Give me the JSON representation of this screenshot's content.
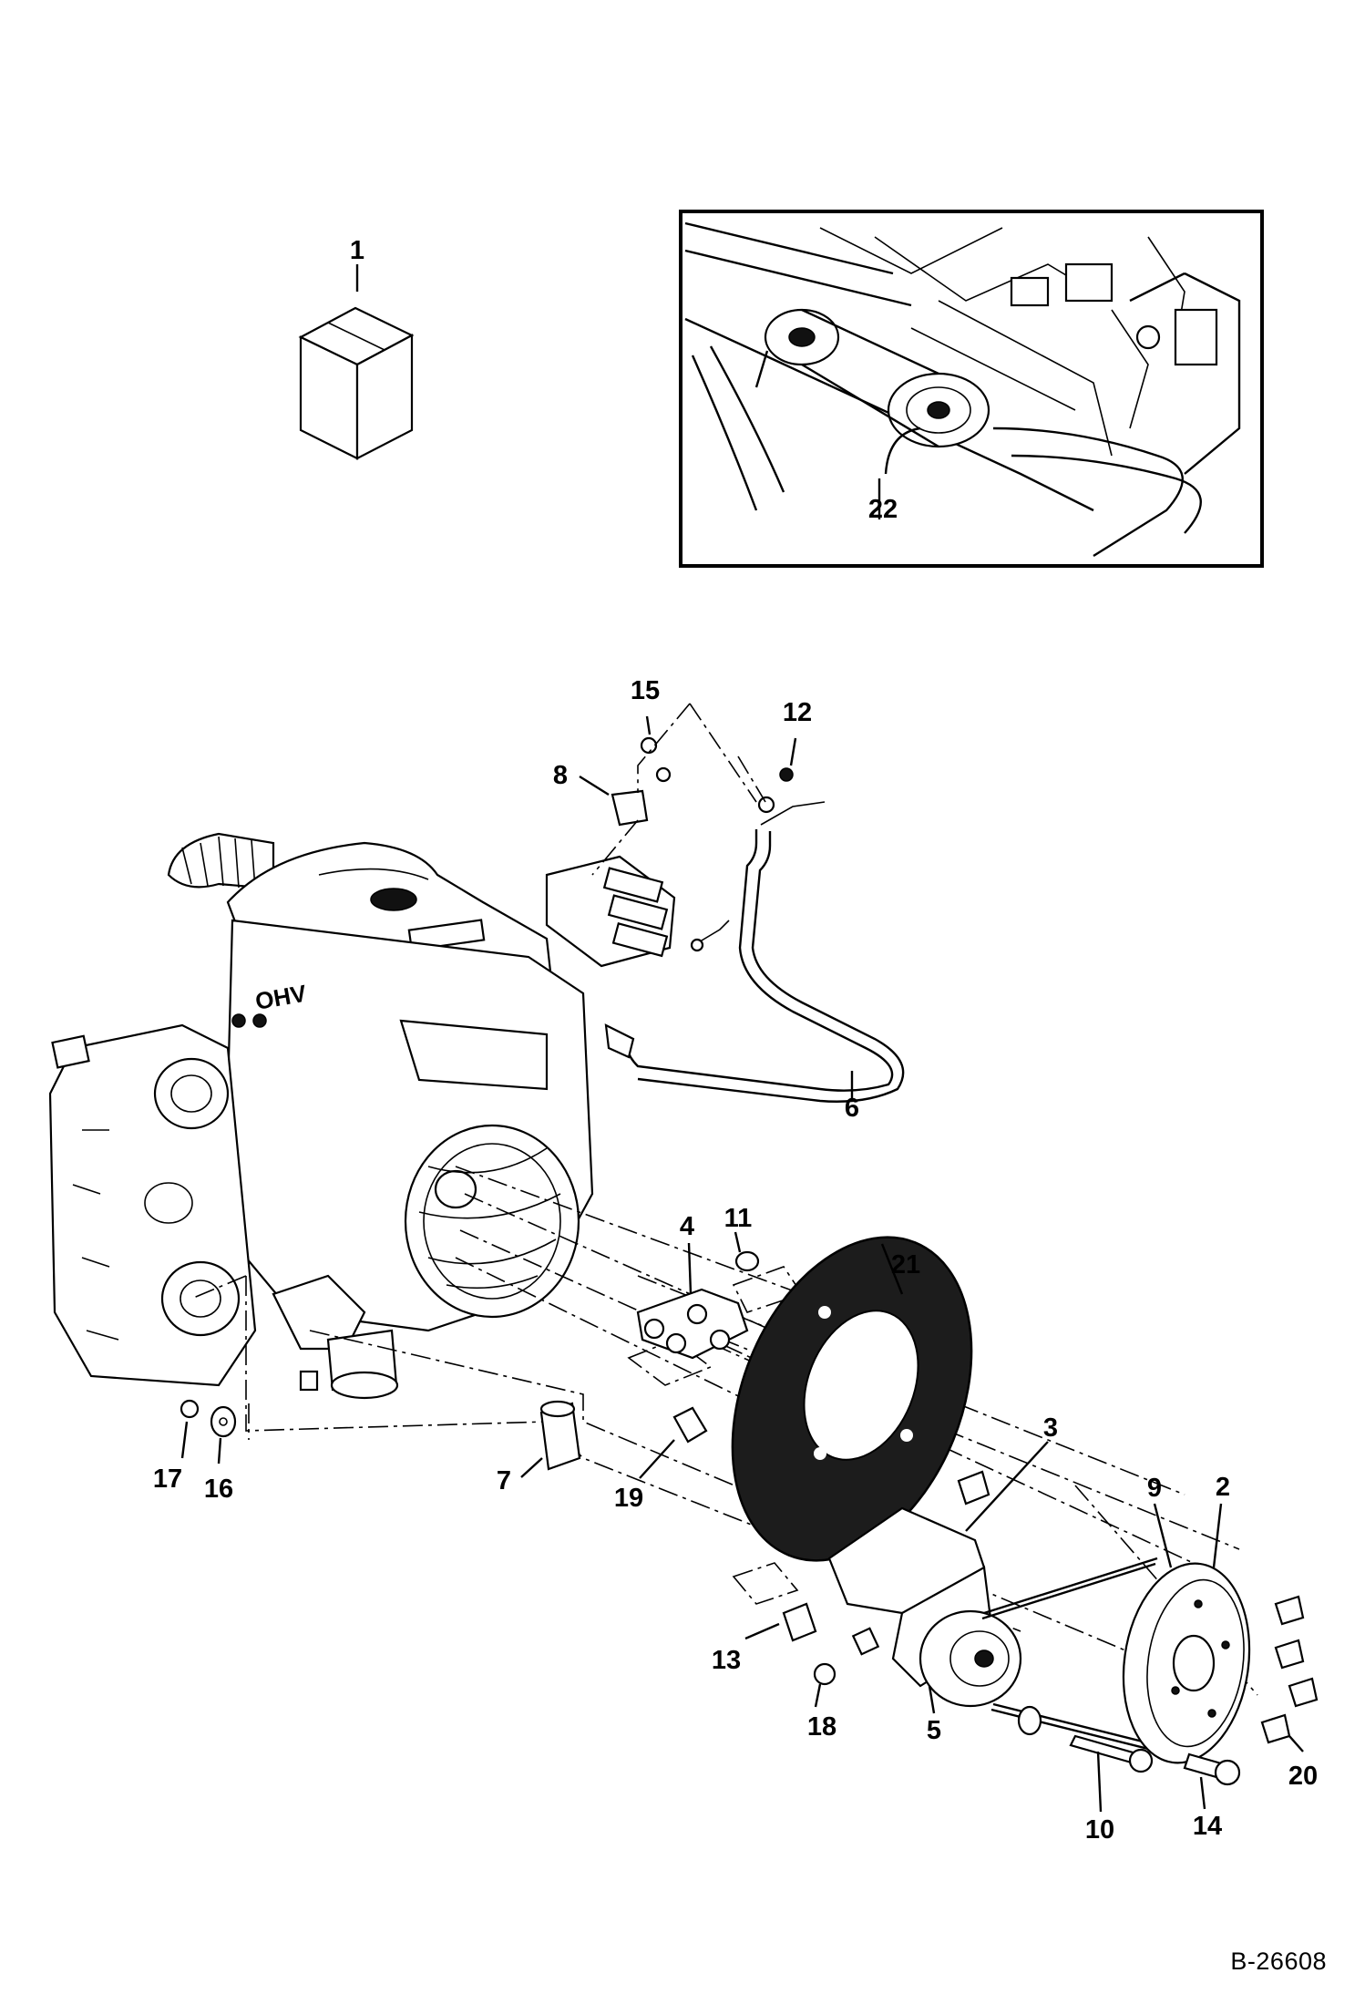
{
  "document": {
    "figure_number": "B-26608"
  },
  "callouts": [
    {
      "id": "c1",
      "label": "1"
    },
    {
      "id": "c2",
      "label": "2"
    },
    {
      "id": "c3",
      "label": "3"
    },
    {
      "id": "c4",
      "label": "4"
    },
    {
      "id": "c5",
      "label": "5"
    },
    {
      "id": "c6",
      "label": "6"
    },
    {
      "id": "c7",
      "label": "7"
    },
    {
      "id": "c8",
      "label": "8"
    },
    {
      "id": "c9",
      "label": "9"
    },
    {
      "id": "c10",
      "label": "10"
    },
    {
      "id": "c11",
      "label": "11"
    },
    {
      "id": "c12",
      "label": "12"
    },
    {
      "id": "c13",
      "label": "13"
    },
    {
      "id": "c14",
      "label": "14"
    },
    {
      "id": "c15",
      "label": "15"
    },
    {
      "id": "c16",
      "label": "16"
    },
    {
      "id": "c17",
      "label": "17"
    },
    {
      "id": "c18",
      "label": "18"
    },
    {
      "id": "c19",
      "label": "19"
    },
    {
      "id": "c20",
      "label": "20"
    },
    {
      "id": "c21",
      "label": "21"
    },
    {
      "id": "c22",
      "label": "22"
    }
  ],
  "engine_badge": "OHV"
}
